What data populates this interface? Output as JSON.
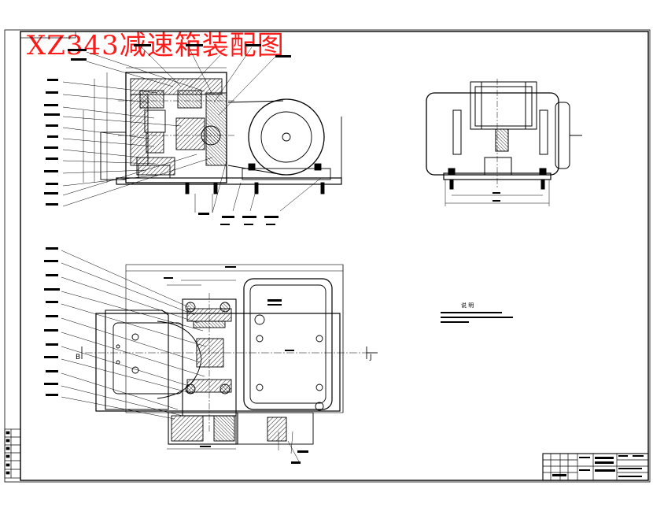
{
  "drawing": {
    "title": "XZ343减速箱装配图",
    "title_color": "#ff1a1a",
    "line_color": "#000000",
    "section_marks": {
      "left": "B",
      "right": "J"
    },
    "notes_heading": "说 明"
  }
}
